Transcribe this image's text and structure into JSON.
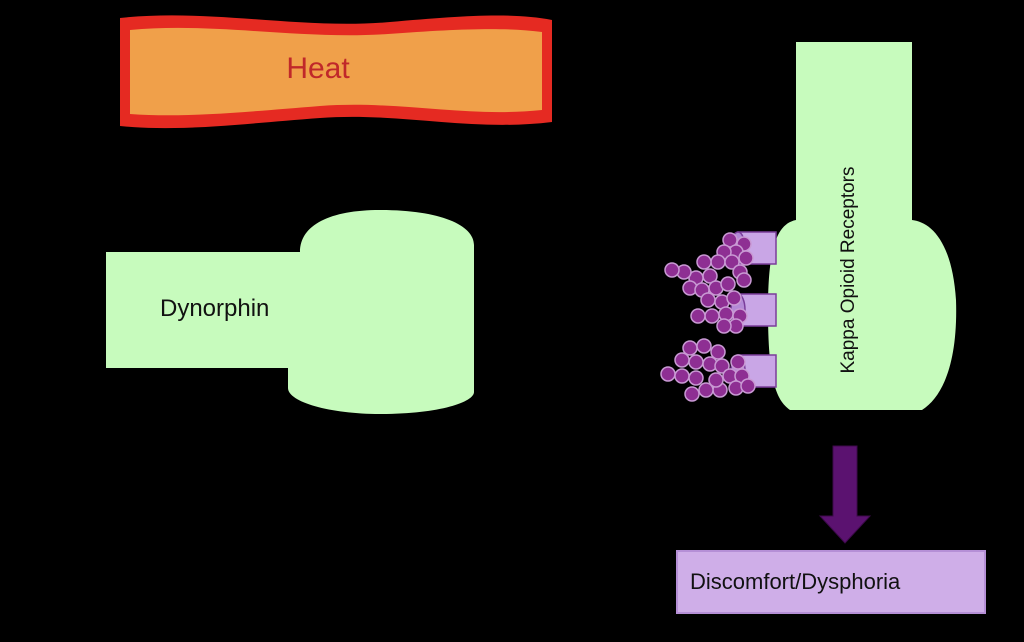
{
  "heat_label": "Heat",
  "dynorphin_label": "Dynorphin",
  "receptor_label": "Kappa Opioid Receptors",
  "outcome_label": "Discomfort/Dysphoria",
  "colors": {
    "background": "#000000",
    "heat_fill": "#f0a04a",
    "heat_border": "#e0201c",
    "heat_text": "#c0282a",
    "neuron_fill": "#c7fbbd",
    "receptor_site": "#c9a6e6",
    "dynorphin_molecule": "#8e2f93",
    "arrow": "#5b1270",
    "outcome_fill": "#cfaee8"
  },
  "icons": [
    "heat-banner",
    "neuron-shape",
    "receptor-shape",
    "molecule-cluster",
    "down-arrow-icon"
  ]
}
